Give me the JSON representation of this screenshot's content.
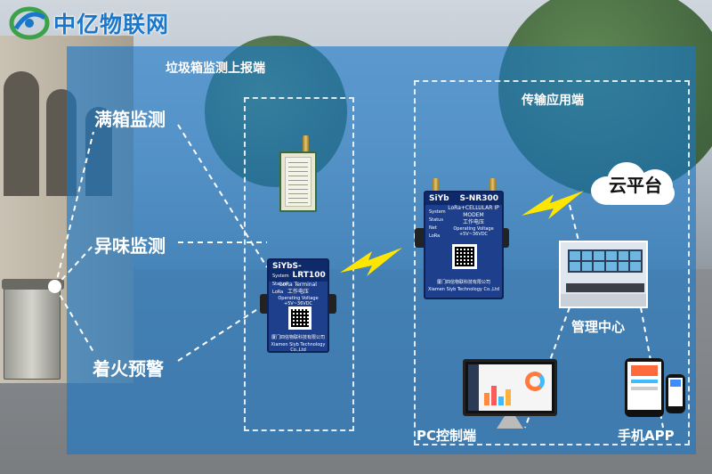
{
  "brand": {
    "name": "中亿物联网",
    "color": "#1a77c9"
  },
  "sections": {
    "collector_title": "垃圾箱监测上报端",
    "transport_title": "传输应用端"
  },
  "monitors": {
    "full": "满箱监测",
    "odor": "异味监测",
    "fire": "着火预警"
  },
  "terminal_device": {
    "brand": "SiYb",
    "model": "S-LRT100",
    "subtitle": "LoRa Terminal",
    "spec": "工作电压",
    "voltage": "Operating Voltage +5V~36VDC",
    "leds": [
      "System",
      "Status",
      "LoRa"
    ],
    "company_cn": "厦门四信物联科技有限公司",
    "company_en": "Xiamen Siyb Technology Co.,Ltd"
  },
  "gateway_device": {
    "brand": "SiYb",
    "model": "S-NR300",
    "subtitle": "LoRa+CELLULAR IP MODEM",
    "spec": "工作电压",
    "voltage": "Operating Voltage +5V~36VDC",
    "leds": [
      "System",
      "Status",
      "Net",
      "LoRa"
    ],
    "company_cn": "厦门四信物联科技有限公司",
    "company_en": "Xiamen Siyb Technology Co.,Ltd"
  },
  "cloud": {
    "label": "云平台"
  },
  "apps": {
    "center": "管理中心",
    "pc": "PC控制端",
    "mobile": "手机APP"
  },
  "colors": {
    "overlay": "#1878c8",
    "lightning": "#ffe600",
    "device": "#1d3f8c"
  }
}
